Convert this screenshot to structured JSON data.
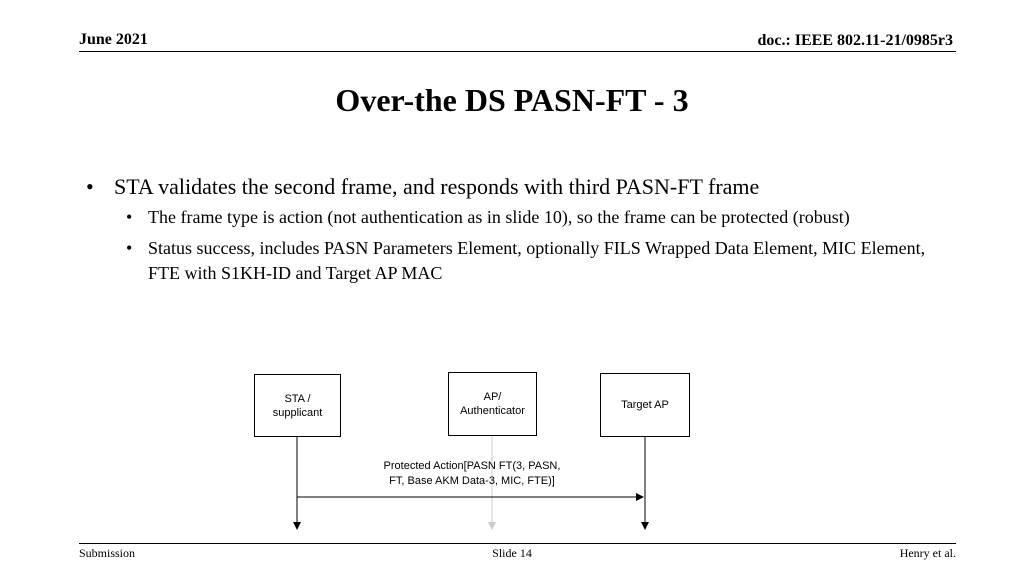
{
  "header": {
    "date": "June 2021",
    "doc": "doc.: IEEE 802.11-21/0985r3"
  },
  "title": "Over-the DS PASN-FT - 3",
  "bullets": {
    "main": "STA validates the second frame, and responds with third  PASN-FT frame",
    "sub": [
      "The frame type is action (not authentication as in slide 10), so the frame can be protected (robust)",
      "Status success, includes PASN Parameters Element, optionally FILS Wrapped Data Element, MIC Element, FTE with S1KH-ID and Target AP MAC"
    ]
  },
  "diagram": {
    "sta_label_line1": "STA /",
    "sta_label_line2": "supplicant",
    "ap_label_line1": "AP/",
    "ap_label_line2": "Authenticator",
    "target_label": "Target AP",
    "message_line1": "Protected Action[PASN FT(3, PASN,",
    "message_line2": "FT, Base AKM Data-3, MIC, FTE)]",
    "lifeline_color": "#000000",
    "ap_lifeline_color": "#cccccc"
  },
  "footer": {
    "left": "Submission",
    "center": "Slide 14",
    "right": "Henry et al."
  }
}
